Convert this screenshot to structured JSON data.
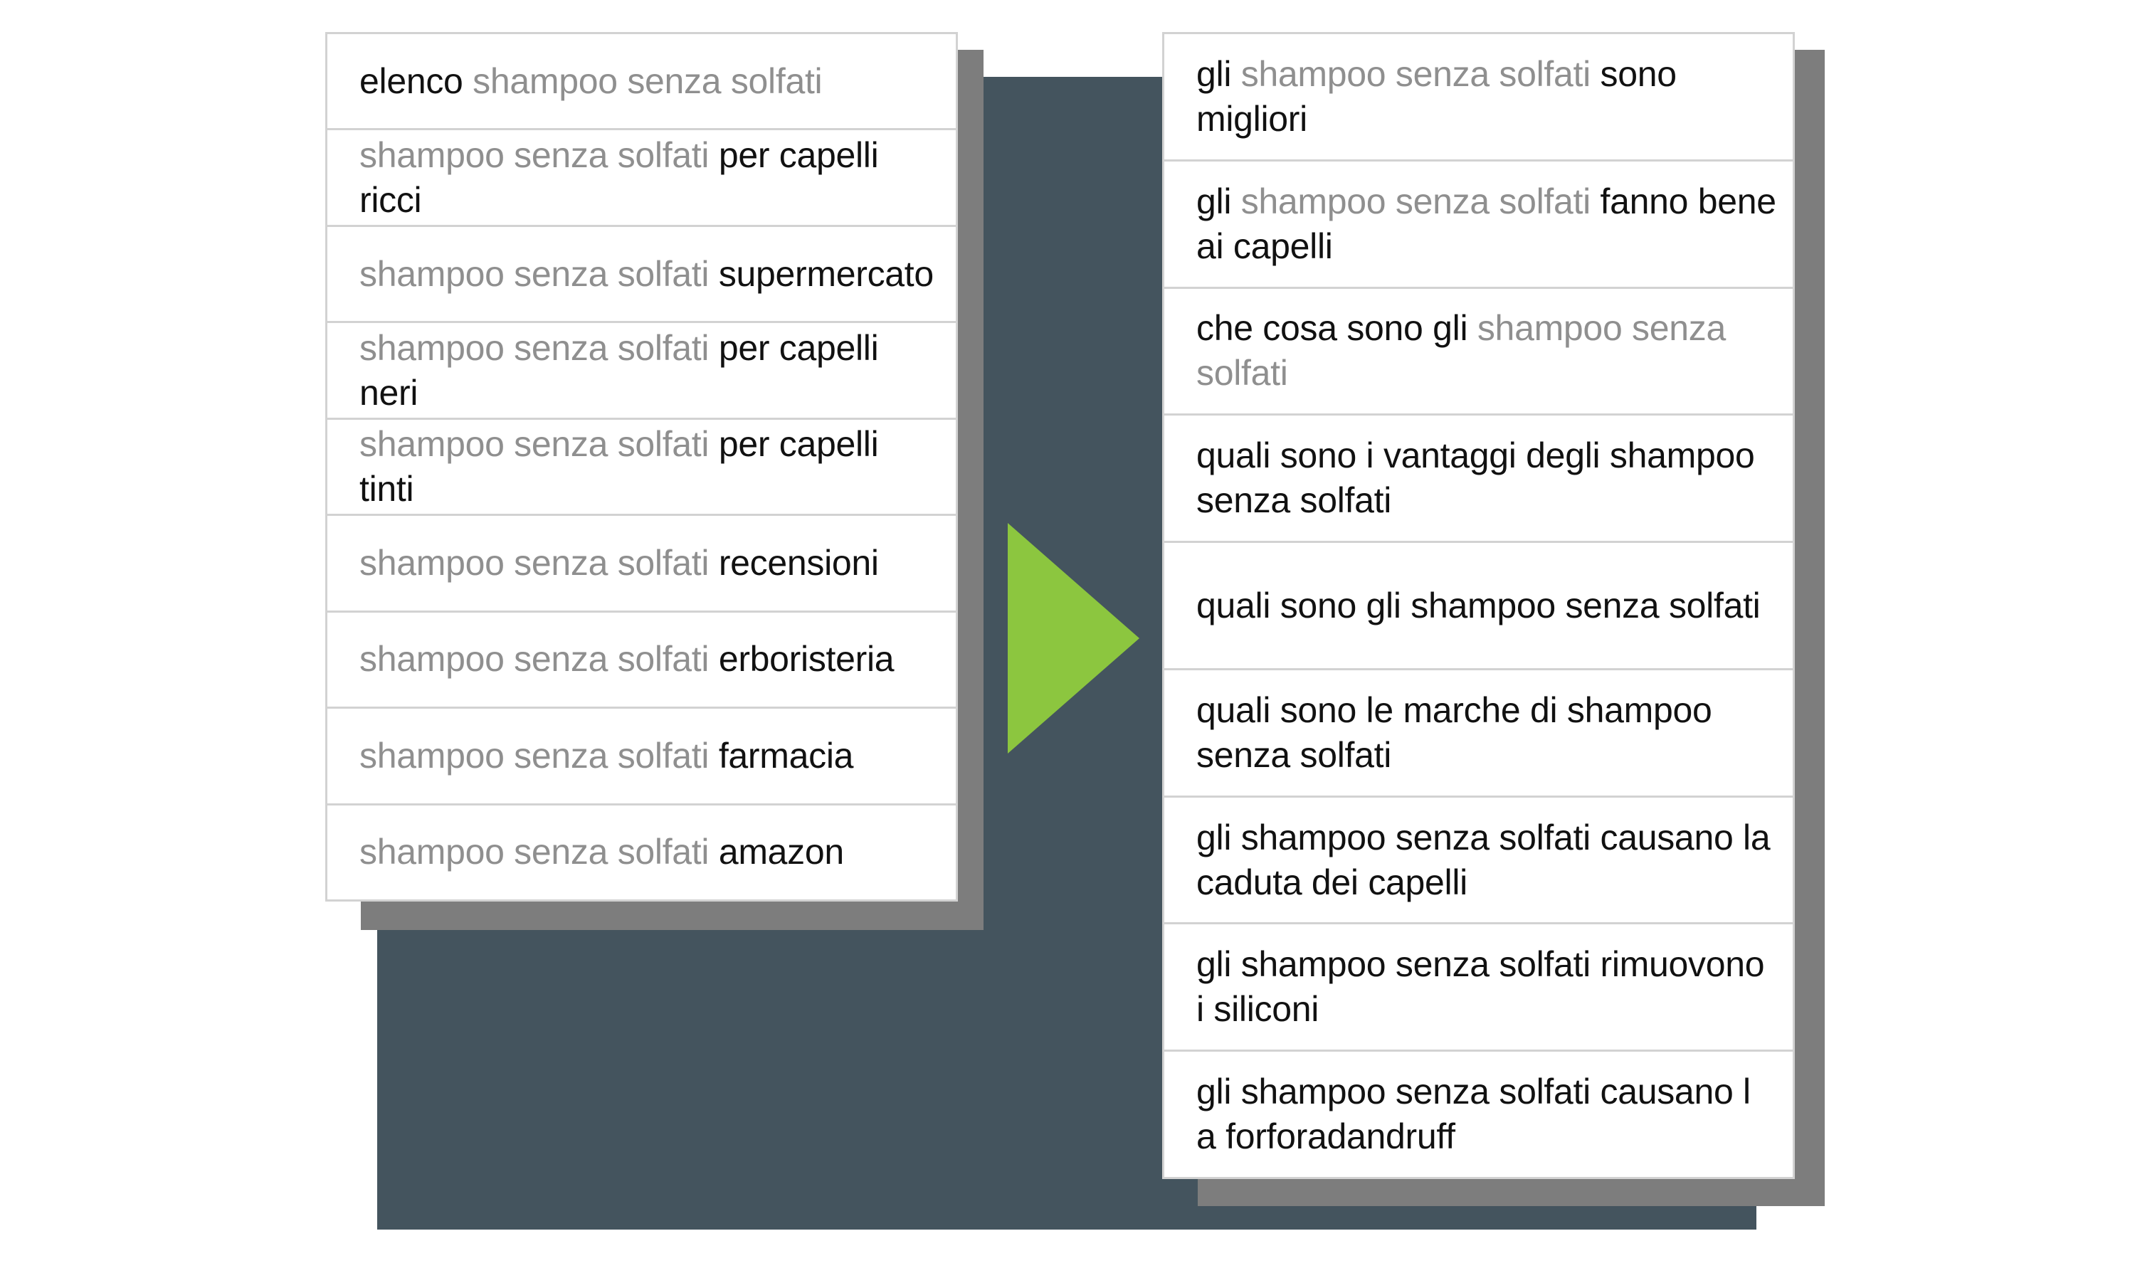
{
  "colors": {
    "backdrop": "#44545e",
    "shadow": "#7d7d7d",
    "arrow": "#8cc63f",
    "grey_text": "#8f8f8f",
    "dark_text": "#111111"
  },
  "left_list": [
    {
      "parts": [
        {
          "text": "elenco ",
          "style": "dark"
        },
        {
          "text": "shampoo senza solfati",
          "style": "grey"
        }
      ]
    },
    {
      "parts": [
        {
          "text": "shampoo senza solfati ",
          "style": "grey"
        },
        {
          "text": "per capelli ricci",
          "style": "dark"
        }
      ]
    },
    {
      "parts": [
        {
          "text": "shampoo senza solfati ",
          "style": "grey"
        },
        {
          "text": "supermercato",
          "style": "dark"
        }
      ]
    },
    {
      "parts": [
        {
          "text": "shampoo senza solfati ",
          "style": "grey"
        },
        {
          "text": "per capelli neri",
          "style": "dark"
        }
      ]
    },
    {
      "parts": [
        {
          "text": "shampoo senza solfati ",
          "style": "grey"
        },
        {
          "text": "per capelli tinti",
          "style": "dark"
        }
      ]
    },
    {
      "parts": [
        {
          "text": "shampoo senza solfati ",
          "style": "grey"
        },
        {
          "text": "recensioni",
          "style": "dark"
        }
      ]
    },
    {
      "parts": [
        {
          "text": "shampoo senza solfati ",
          "style": "grey"
        },
        {
          "text": "erboristeria",
          "style": "dark"
        }
      ]
    },
    {
      "parts": [
        {
          "text": "shampoo senza solfati ",
          "style": "grey"
        },
        {
          "text": "farmacia",
          "style": "dark"
        }
      ]
    },
    {
      "parts": [
        {
          "text": "shampoo senza solfati ",
          "style": "grey"
        },
        {
          "text": "amazon",
          "style": "dark"
        }
      ]
    }
  ],
  "right_list": [
    {
      "parts": [
        {
          "text": "gli ",
          "style": "dark"
        },
        {
          "text": "shampoo senza solfati ",
          "style": "grey"
        },
        {
          "text": "sono migliori",
          "style": "dark"
        }
      ]
    },
    {
      "parts": [
        {
          "text": "gli ",
          "style": "dark"
        },
        {
          "text": "shampoo senza solfati ",
          "style": "grey"
        },
        {
          "text": "fanno bene ai capelli",
          "style": "dark"
        }
      ]
    },
    {
      "parts": [
        {
          "text": "che cosa sono gli ",
          "style": "dark"
        },
        {
          "text": "shampoo senza solfati",
          "style": "grey"
        }
      ]
    },
    {
      "parts": [
        {
          "text": "quali sono i vantaggi degli shampoo senza solfati",
          "style": "dark"
        }
      ]
    },
    {
      "parts": [
        {
          "text": "quali sono gli shampoo senza solfati",
          "style": "dark"
        }
      ]
    },
    {
      "parts": [
        {
          "text": "quali sono le marche di shampoo senza solfati",
          "style": "dark"
        }
      ]
    },
    {
      "parts": [
        {
          "text": "gli shampoo senza solfati causano la caduta dei capelli",
          "style": "dark"
        }
      ]
    },
    {
      "parts": [
        {
          "text": "gli shampoo senza solfati rimuovono i siliconi",
          "style": "dark"
        }
      ]
    },
    {
      "parts": [
        {
          "text": "gli shampoo senza solfati causano l a forforadandruff",
          "style": "dark"
        }
      ]
    }
  ]
}
